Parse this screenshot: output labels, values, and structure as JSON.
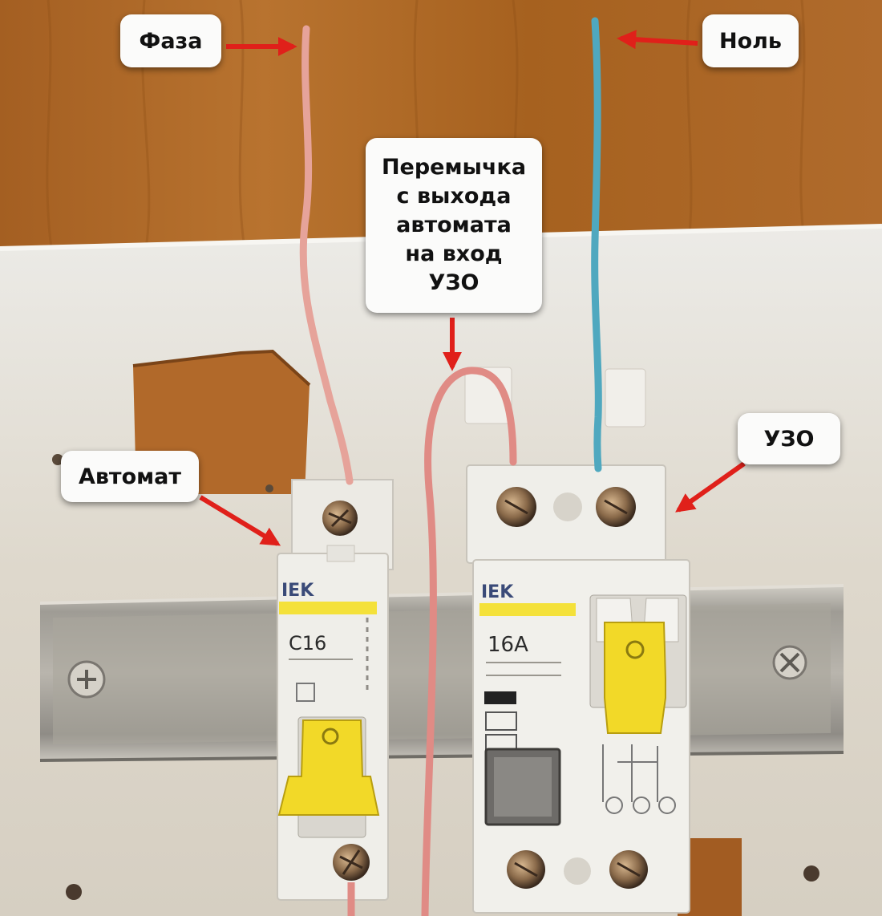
{
  "labels": {
    "phase": "Фаза",
    "neutral": "Ноль",
    "jumper": [
      "Перемычка",
      "с выхода",
      "автомата",
      "на вход",
      "УЗО"
    ],
    "breaker": "Автомат",
    "rcd": "УЗО"
  },
  "breaker_device": {
    "brand": "IEK",
    "rating": "C16"
  },
  "rcd_device": {
    "brand": "IEK",
    "rating": "16A"
  },
  "colors": {
    "wall_wood": "#b06a2a",
    "panel": "#e2ddd3",
    "rail": "#a8a59e",
    "phase_wire": "#e6a39a",
    "neutral_wire": "#4fa8bf",
    "jumper_wire": "#e08b85",
    "arrow": "#e0201a",
    "device_body": "#eeeeea",
    "toggle": "#f2d928"
  }
}
